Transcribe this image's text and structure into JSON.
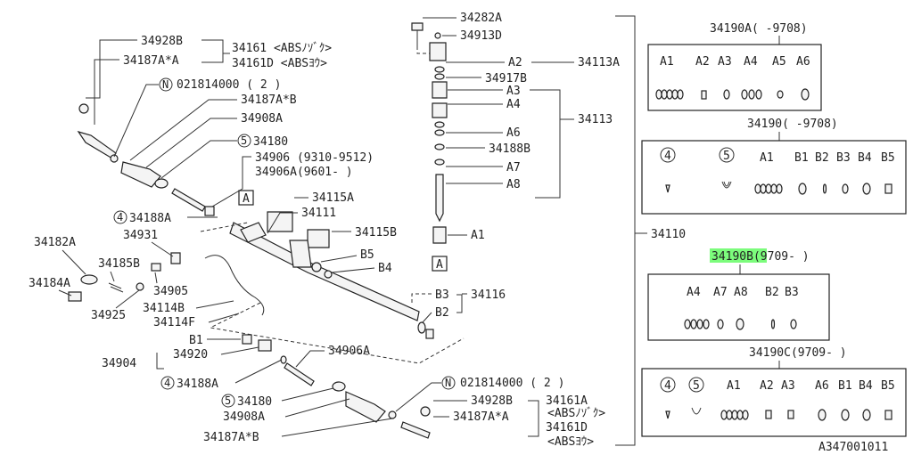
{
  "diagram_id": "A347001011",
  "labels": {
    "p34928B_top": "34928B",
    "p34187A_A_top": "34187A*A",
    "p34161": "34161 <ABSﾉｿﾞｸ>",
    "p34161D_top": "34161D <ABSﾖｳ>",
    "n021814000_top": "021814000 ( 2 )",
    "p34187A_B_top": "34187A*B",
    "p34908A_top": "34908A",
    "p34180_top": "34180",
    "p34906": "34906  (9310-9512)",
    "p34906A_top": "34906A(9601-  )",
    "boxA_mid": "A",
    "p34115A": "34115A",
    "p34111": "34111",
    "p34188A_left": "34188A",
    "p34931": "34931",
    "p34115B": "34115B",
    "p34182A": "34182A",
    "p34185B": "34185B",
    "p34184A": "34184A",
    "p34905": "34905",
    "p34925": "34925",
    "p34114B": "34114B",
    "p34114F": "34114F",
    "B5_mid": "B5",
    "B4_mid": "B4",
    "B3_mid": "B3",
    "B2_mid": "B2",
    "p34116": "34116",
    "B1_mid": "B1",
    "p34904": "34904",
    "p34920": "34920",
    "p34188A_bot": "34188A",
    "p34906A_bot": "34906A",
    "n021814000_bot": "021814000 ( 2 )",
    "p34180_bot": "34180",
    "p34928B_bot": "34928B",
    "p34161A": "34161A",
    "p34161A_sub": "<ABSﾉｿﾞｸ>",
    "p34908A_bot": "34908A",
    "p34187A_A_bot": "34187A*A",
    "p34161D_bot": "34161D",
    "p34161D_bot_sub": "<ABSﾖｳ>",
    "p34187A_B_bot": "34187A*B",
    "p34282A": "34282A",
    "p34913D": "34913D",
    "A2_v": "A2",
    "p34113A": "34113A",
    "p34917B": "34917B",
    "A3_v": "A3",
    "A4_v": "A4",
    "p34113": "34113",
    "A6_v": "A6",
    "p34188B": "34188B",
    "A7_v": "A7",
    "A8_v": "A8",
    "A1_v": "A1",
    "boxA_bot": "A",
    "p34110": "34110",
    "circle_N": "N",
    "circle_4": "4",
    "circle_5": "5"
  },
  "kits": [
    {
      "title": "34190A(  -9708)",
      "items": [
        "A1",
        "A2",
        "A3",
        "A4",
        "A5",
        "A6"
      ]
    },
    {
      "title": "34190(  -9708)",
      "items": [
        "4",
        "5",
        "A1",
        "B1",
        "B2",
        "B3",
        "B4",
        "B5"
      ]
    },
    {
      "title": "34190B(9709-  )",
      "items": [
        "A4",
        "A7",
        "A8",
        "B2",
        "B3"
      ],
      "highlighted": true
    },
    {
      "title": "34190C(9709-  )",
      "items": [
        "4",
        "5",
        "A1",
        "A2",
        "A3",
        "A6",
        "B1",
        "B4",
        "B5"
      ]
    }
  ],
  "colors": {
    "highlight": "#7CFC7C",
    "ink": "#222222"
  }
}
